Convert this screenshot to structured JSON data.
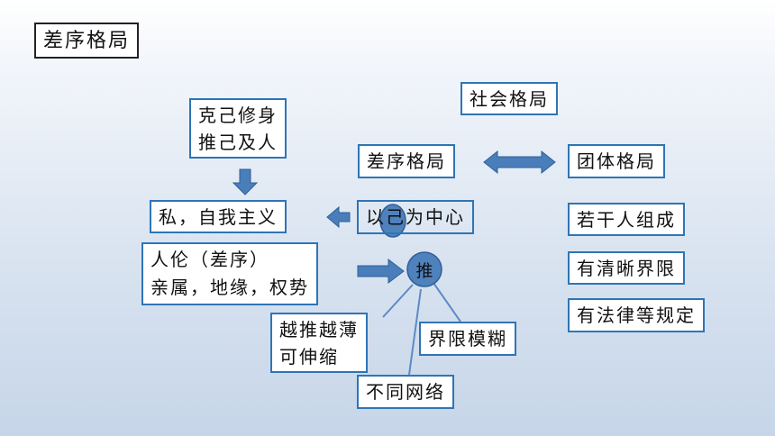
{
  "title": "差序格局",
  "boxes": {
    "social_pattern": "社会格局",
    "self_cultivation": "克己修身\n推己及人",
    "differential": "差序格局",
    "group": "团体格局",
    "selfishness": "私，自我主义",
    "self_center": "以己为中心",
    "ethics": "人伦（差序）\n亲属，地缘，权势",
    "push": "推",
    "thinner": "越推越薄\n可伸缩",
    "blurry": "界限模糊",
    "network": "不同网络",
    "several_people": "若干人组成",
    "clear_boundary": "有清晰界限",
    "rules": "有法律等规定"
  },
  "colors": {
    "box_border": "#2e75b6",
    "arrow_fill": "#4a7ebb",
    "node_fill": "#4f81bd",
    "line": "#5b8bc5"
  }
}
